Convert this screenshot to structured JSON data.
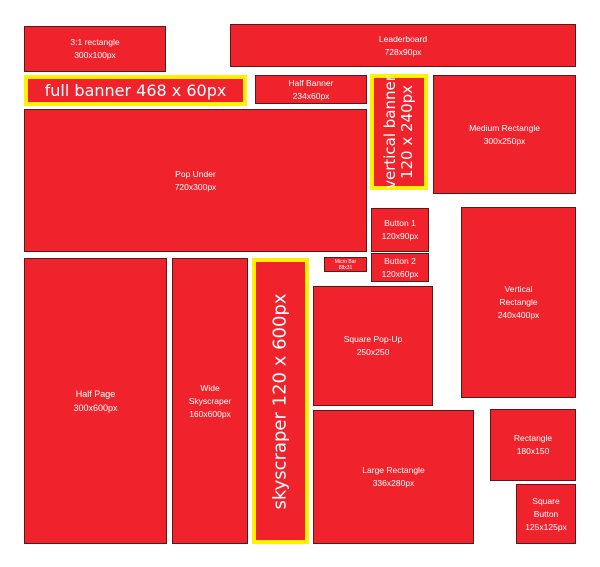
{
  "ads": {
    "r3_1": {
      "name": "3:1 rectangle",
      "size": "300x100px"
    },
    "leaderboard": {
      "name": "Leaderboard",
      "size": "728x90px"
    },
    "half_banner": {
      "name": "Half Banner",
      "size": "234x60px"
    },
    "medium_rect": {
      "name": "Medium Rectangle",
      "size": "300x250px"
    },
    "pop_under": {
      "name": "Pop Under",
      "size": "720x300px"
    },
    "button1": {
      "name": "Button 1",
      "size": "120x90px"
    },
    "button2": {
      "name": "Button 2",
      "size": "120x60px"
    },
    "micro_bar": {
      "name": "Micro Bar",
      "size": "88x31"
    },
    "vertical_rect": {
      "name_line1": "Vertical",
      "name_line2": "Rectangle",
      "size": "240x400px"
    },
    "half_page": {
      "name": "Half Page",
      "size": "300x600px"
    },
    "wide_sky": {
      "name_line1": "Wide",
      "name_line2": "Skyscraper",
      "size": "160x600px"
    },
    "square_popup": {
      "name": "Square Pop-Up",
      "size": "250x250"
    },
    "large_rect": {
      "name": "Large Rectangle",
      "size": "336x280px"
    },
    "rectangle": {
      "name": "Rectangle",
      "size": "180x150"
    },
    "square_button": {
      "name_line1": "Square",
      "name_line2": "Button",
      "size": "125x125px"
    }
  },
  "highlights": {
    "full_banner": "full banner 468 x 60px",
    "vertical_banner_line1": "vertical banner",
    "vertical_banner_line2": "120 x 240px",
    "skyscraper": "skyscraper 120 x 600px"
  },
  "colors": {
    "ad_fill": "#f0222b",
    "highlight_border": "#fff200",
    "ad_border": "#5a1a1a"
  }
}
